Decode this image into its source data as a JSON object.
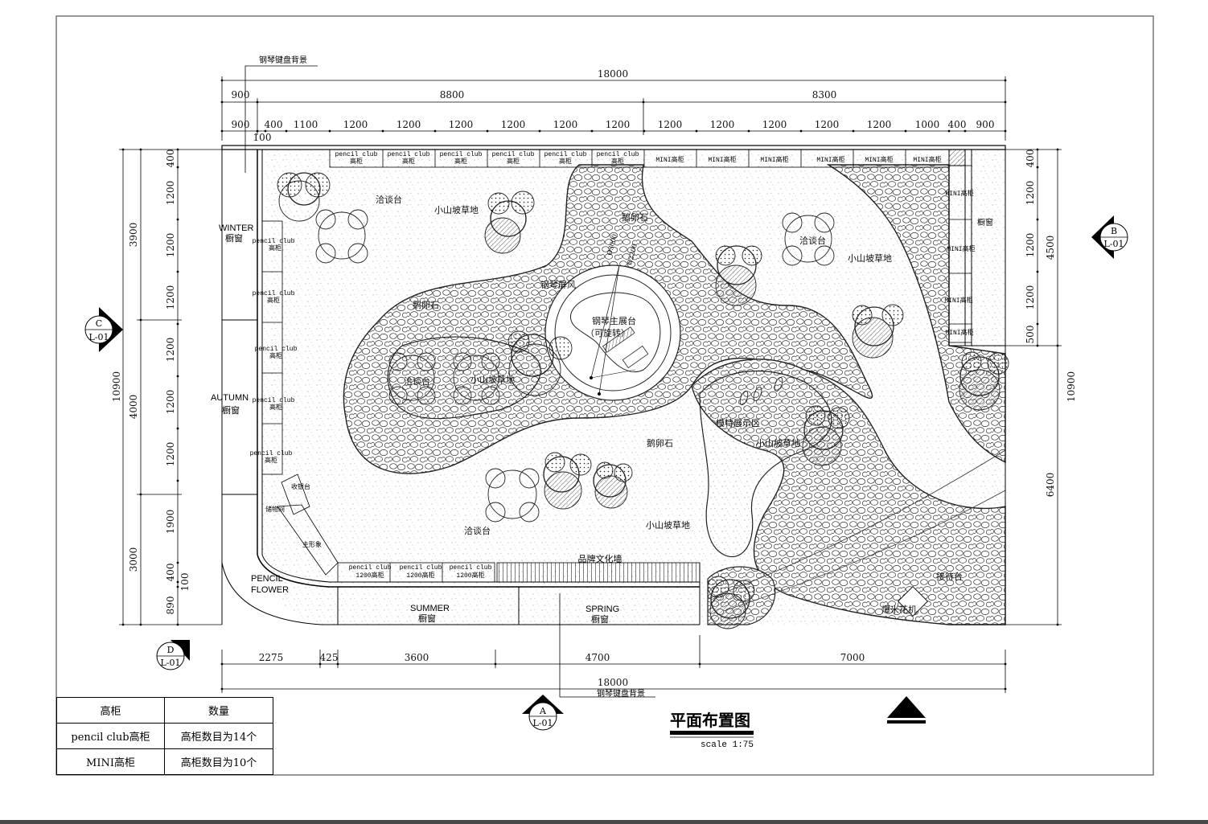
{
  "plan": {
    "title": "平面布置图",
    "scale": "scale 1:75",
    "top_callout": "钢琴键盘背景",
    "bottom_callout": "钢琴键盘背景"
  },
  "dims": {
    "top_total": "18000",
    "top_mid": [
      "900",
      "8800",
      "8300"
    ],
    "top_detail": [
      "900",
      "400",
      "1100",
      "1200",
      "1200",
      "1200",
      "1200",
      "1200",
      "1200",
      "1200",
      "1200",
      "1200",
      "1200",
      "1200",
      "1000",
      "400",
      "900"
    ],
    "top_small": "100",
    "left_outer": "10900",
    "left_mid": [
      "3900",
      "4000",
      "3000"
    ],
    "left_detail": [
      "400",
      "1200",
      "1200",
      "1200",
      "1200",
      "1200",
      "1200",
      "1900",
      "400",
      "890"
    ],
    "left_small": "100",
    "right_outer": "10900",
    "right_mid": [
      "4500",
      "6400"
    ],
    "right_detail": [
      "400",
      "1200",
      "1200",
      "1200",
      "500"
    ],
    "bottom_detail": [
      "2275",
      "425",
      "3600",
      "4700",
      "7000"
    ],
    "bottom_total": "18000"
  },
  "section_markers": {
    "A": {
      "letter": "A",
      "ref": "L-01"
    },
    "B": {
      "letter": "B",
      "ref": "L-01"
    },
    "C": {
      "letter": "C",
      "ref": "L-01"
    },
    "D": {
      "letter": "D",
      "ref": "L-01"
    }
  },
  "cabinets": {
    "pencil_top": [
      "pencil club",
      "高柜"
    ],
    "mini_top": "MINI高柜",
    "pencil_left": [
      "pencil club",
      "高柜"
    ],
    "pencil_bottom": [
      "pencil club",
      "1200高柜"
    ],
    "mini_right": "MINI高柜",
    "right_window": "橱窗"
  },
  "windows": {
    "winter": "WINTER",
    "autumn": "AUTUMN",
    "summer": "SUMMER",
    "spring": "SPRING",
    "window_cn": "橱窗",
    "pencil_flower": [
      "PENCIL",
      "FLOWER"
    ]
  },
  "labels": {
    "negotiation": "洽谈台",
    "lawn": "小山坡草地",
    "pebble": "鹅卵石",
    "piano_screen": "钢琴屏风",
    "piano_stage": "钢琴主展台",
    "rotatable": "（可旋转）",
    "model_area": "模特展示区",
    "brand_wall": "品牌文化墙",
    "reception": "接待台",
    "popcorn": "爆米花机",
    "cashier": "收银台",
    "storage": "储物间",
    "main_cabinet": "主形象",
    "radius_1": "Ø3000",
    "radius_2": "Ø2200"
  },
  "legend": {
    "header": [
      "高柜",
      "数量"
    ],
    "rows": [
      [
        "pencil club高柜",
        "高柜数目为14个"
      ],
      [
        "MINI高柜",
        "高柜数目为10个"
      ]
    ]
  }
}
